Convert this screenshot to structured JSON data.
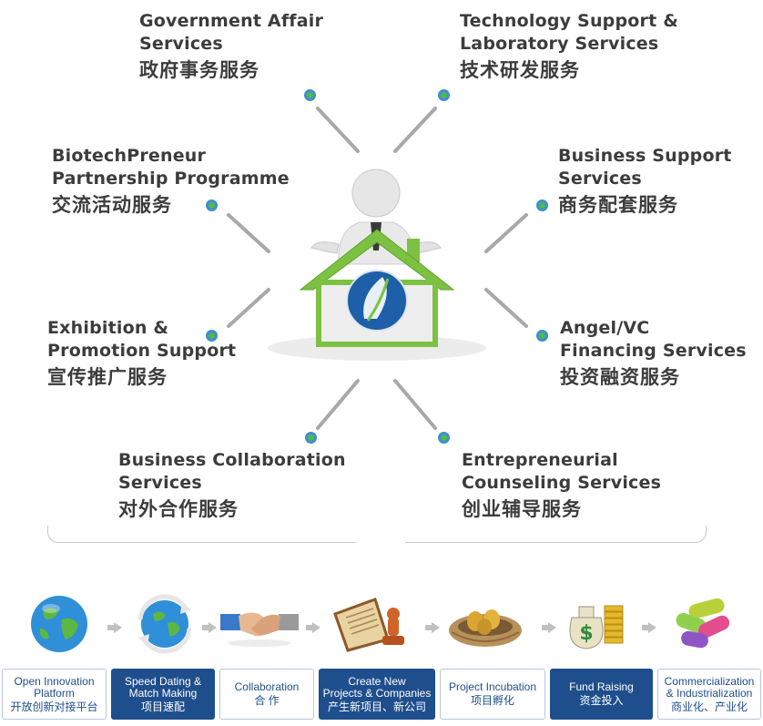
{
  "services": [
    {
      "en_1": "Government Affair",
      "en_2": "Services",
      "zh": "政府事务服务"
    },
    {
      "en_1": "Technology Support &",
      "en_2": "Laboratory Services",
      "zh": "技术研发服务"
    },
    {
      "en_1": "BiotechPreneur",
      "en_2": "Partnership Programme",
      "zh": "交流活动服务"
    },
    {
      "en_1": "Business Support",
      "en_2": "Services",
      "zh": "商务配套服务"
    },
    {
      "en_1": "Exhibition &",
      "en_2": "Promotion Support",
      "zh": "宣传推广服务"
    },
    {
      "en_1": "Angel/VC",
      "en_2": "Financing Services",
      "zh": "投资融资服务"
    },
    {
      "en_1": "Business Collaboration",
      "en_2": "Services",
      "zh": "对外合作服务"
    },
    {
      "en_1": "Entrepreneurial",
      "en_2": "Counseling Services",
      "zh": "创业辅导服务"
    }
  ],
  "process_steps": [
    {
      "en_1": "Open Innovation",
      "en_2": "Platform",
      "zh": "开放创新对接平台",
      "icon": "globe-icon"
    },
    {
      "en_1": "Speed Dating &",
      "en_2": "Match Making",
      "zh": "项目速配",
      "icon": "globe-arrows-icon"
    },
    {
      "en_1": "Collaboration",
      "en_2": "",
      "zh": "合 作",
      "icon": "handshake-icon"
    },
    {
      "en_1": "Create New",
      "en_2": "Projects & Companies",
      "zh": "产生新项目、新公司",
      "icon": "document-seal-icon"
    },
    {
      "en_1": "Project Incubation",
      "en_2": "",
      "zh": "项目孵化",
      "icon": "nest-eggs-icon"
    },
    {
      "en_1": "Fund Raising",
      "en_2": "",
      "zh": "资金投入",
      "icon": "money-bag-icon"
    },
    {
      "en_1": "Commercialization",
      "en_2": "& Industrialization",
      "zh": "商业化、产业化",
      "icon": "capsules-icon"
    }
  ],
  "colors": {
    "dot_fill": "#55b84a",
    "dot_ring": "#3c8fd0",
    "text": "#3c3c3c",
    "step_dark": "#1f4e8c",
    "house": "#7dc142"
  }
}
